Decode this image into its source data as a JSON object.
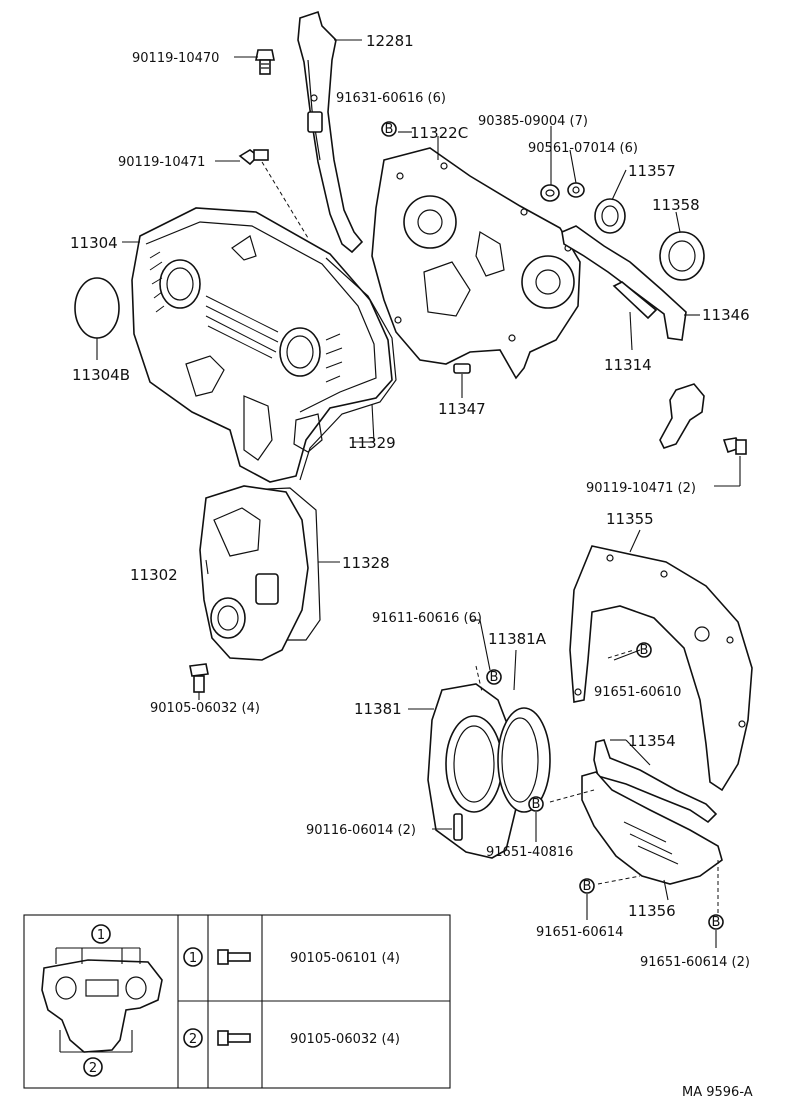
{
  "labels": {
    "p12281": "12281",
    "p90119_10470": "90119-10470",
    "p91631_60616": "91631-60616 (6)",
    "p11322C": "11322C",
    "p90385_09004": "90385-09004 (7)",
    "p90561_07014": "90561-07014 (6)",
    "p11357": "11357",
    "p11358": "11358",
    "p90119_10471": "90119-10471",
    "p11304": "11304",
    "p11304B": "11304B",
    "p11346": "11346",
    "p11314": "11314",
    "p11347": "11347",
    "p11329": "11329",
    "p90119_10471_2": "90119-10471 (2)",
    "p11355": "11355",
    "p11302": "11302",
    "p11328": "11328",
    "p91611_60616": "91611-60616 (6)",
    "p11381A": "11381A",
    "p91651_60610": "91651-60610",
    "p90105_06032": "90105-06032 (4)",
    "p11381": "11381",
    "p11354": "11354",
    "p90116_06014": "90116-06014 (2)",
    "p91651_40816": "91651-40816",
    "p11356": "11356",
    "p91651_60614": "91651-60614",
    "p91651_60614_2": "91651-60614 (2)",
    "diagram_code": "MA 9596-A"
  },
  "markers": {
    "b": "B"
  },
  "inset": {
    "callout_1": "1",
    "callout_2": "2",
    "rows": [
      {
        "num": "1",
        "part": "90105-06101 (4)"
      },
      {
        "num": "2",
        "part": "90105-06032 (4)"
      }
    ]
  }
}
